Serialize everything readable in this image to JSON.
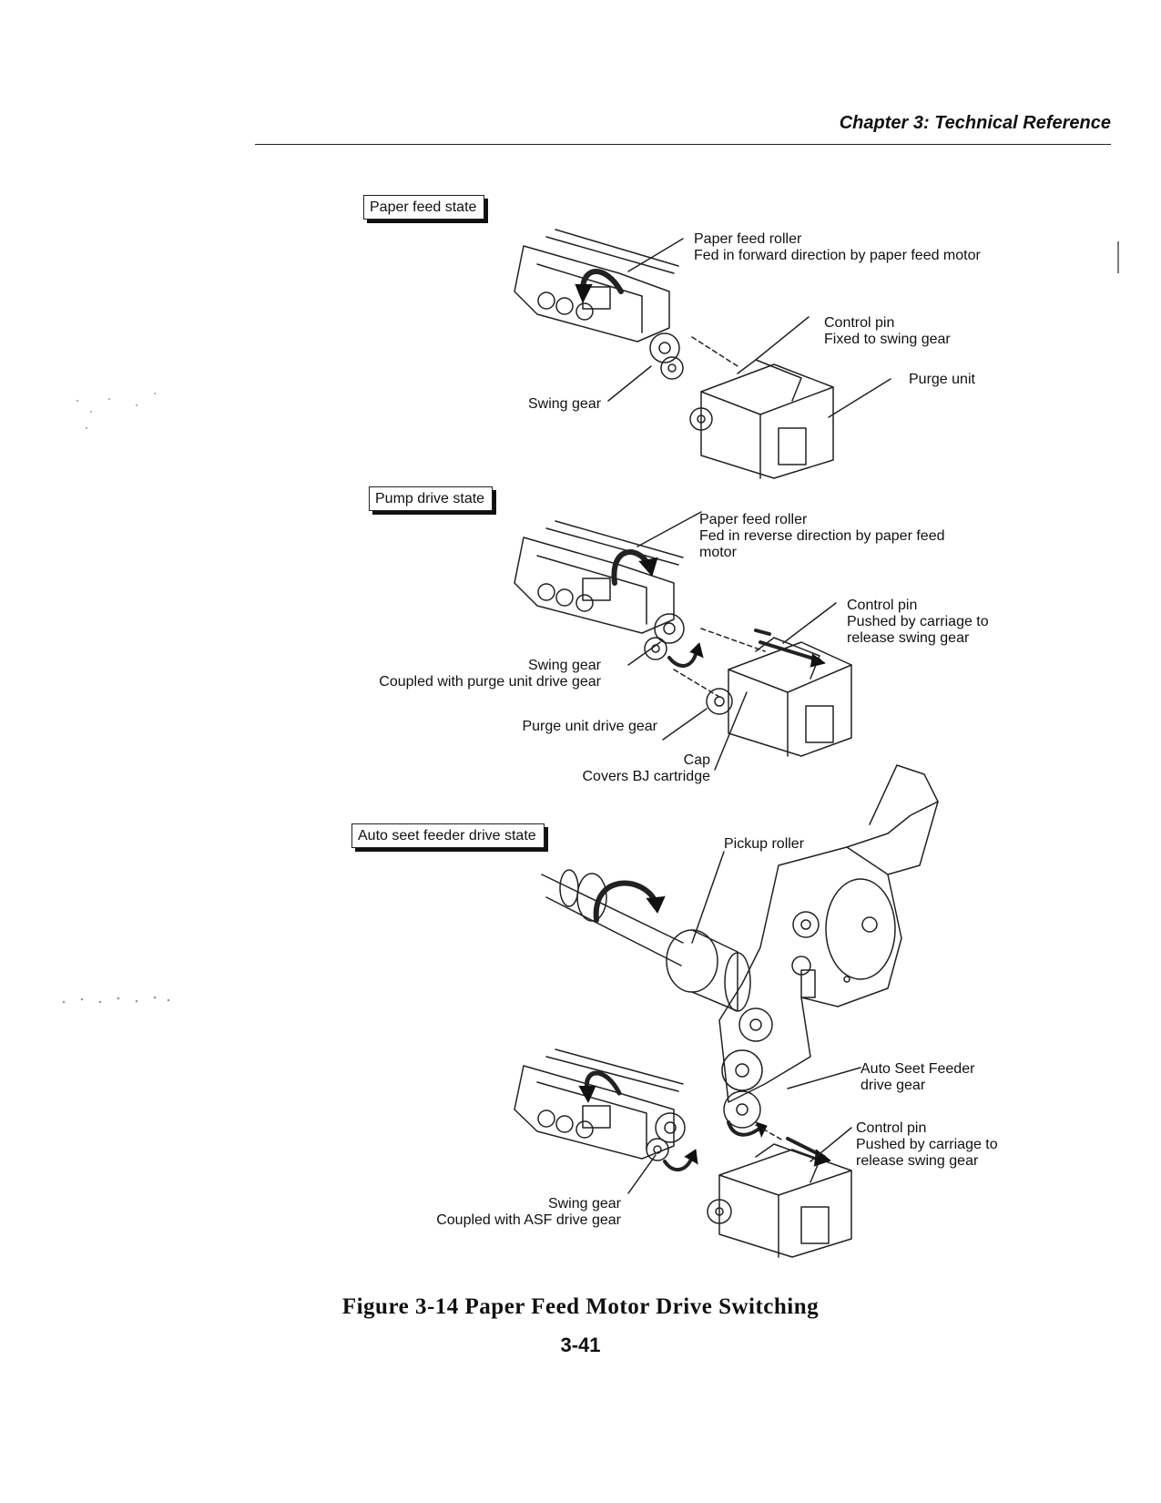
{
  "header": {
    "chapter_title": "Chapter 3: Technical Reference"
  },
  "states": [
    {
      "title": "Paper feed state",
      "labels": {
        "roller_title": "Paper feed roller",
        "roller_desc": "Fed in forward direction by paper feed motor",
        "pin_title": "Control pin",
        "pin_desc": "Fixed to swing gear",
        "purge": "Purge unit",
        "swing": "Swing gear"
      }
    },
    {
      "title": "Pump drive state",
      "labels": {
        "roller_title": "Paper feed roller",
        "roller_desc_1": "Fed in reverse direction by paper feed",
        "roller_desc_2": "motor",
        "pin_title": "Control pin",
        "pin_desc_1": "Pushed by carriage to",
        "pin_desc_2": "release swing gear",
        "swing_title": "Swing gear",
        "swing_desc": "Coupled with purge unit drive gear",
        "purge_gear": "Purge unit drive gear",
        "cap_title": "Cap",
        "cap_desc": "Covers BJ cartridge"
      }
    },
    {
      "title": "Auto seet  feeder drive state",
      "labels": {
        "pickup": "Pickup roller",
        "asf_title": "Auto Seet Feeder",
        "asf_desc": "drive gear",
        "pin_title": "Control pin",
        "pin_desc_1": "Pushed by carriage to",
        "pin_desc_2": "release swing gear",
        "swing_title": "Swing gear",
        "swing_desc": "Coupled with ASF drive gear"
      }
    }
  ],
  "figure": {
    "caption": "Figure 3-14 Paper Feed Motor Drive Switching"
  },
  "footer": {
    "page_number": "3-41"
  }
}
